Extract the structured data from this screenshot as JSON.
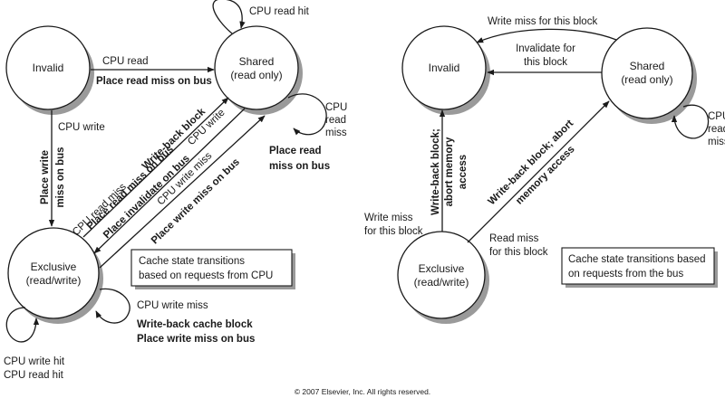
{
  "left": {
    "states": {
      "invalid": "Invalid",
      "shared": [
        "Shared",
        "(read only)"
      ],
      "exclusive": [
        "Exclusive",
        "(read/write)"
      ]
    },
    "self_loops": {
      "shared_top": "CPU read hit",
      "shared_right": [
        "CPU",
        "read",
        "miss"
      ],
      "shared_right_action": [
        "Place read",
        "miss on bus"
      ],
      "exclusive_bottom": [
        "CPU write hit",
        "CPU read hit"
      ],
      "exclusive_right": "CPU write miss",
      "exclusive_right_action": [
        "Write-back cache block",
        "Place write miss on bus"
      ]
    },
    "edges": {
      "invalid_to_shared_event": "CPU read",
      "invalid_to_shared_action": "Place read miss on bus",
      "invalid_to_exclusive_event": "CPU write",
      "invalid_to_exclusive_action": [
        "Place write",
        "miss on bus"
      ],
      "diag1_event": "CPU read miss",
      "diag1_action_a": "Write-back block",
      "diag1_action_b": "Place read miss on bus",
      "diag2_event": "CPU write",
      "diag2_action": "Place invalidate on bus",
      "diag3_event": "CPU write miss",
      "diag3_action": "Place write miss on bus"
    },
    "caption": [
      "Cache state transitions",
      "based on requests from CPU"
    ]
  },
  "right": {
    "states": {
      "invalid": "Invalid",
      "shared": [
        "Shared",
        "(read only)"
      ],
      "exclusive": [
        "Exclusive",
        "(read/write)"
      ]
    },
    "self_loops": {
      "shared_right": [
        "CPU",
        "read",
        "miss"
      ]
    },
    "edges": {
      "shared_to_invalid_outer": "Write miss for this block",
      "shared_to_invalid_inner": [
        "Invalidate for",
        "this block"
      ],
      "exclusive_to_invalid_event": [
        "Write miss",
        "for this block"
      ],
      "exclusive_to_invalid_action": [
        "Write-back block;",
        "abort memory",
        "access"
      ],
      "exclusive_to_shared_event": [
        "Read miss",
        "for this block"
      ],
      "exclusive_to_shared_action": [
        "Write-back block; abort",
        "memory access"
      ]
    },
    "caption": [
      "Cache state transitions based",
      "on requests from the bus"
    ]
  },
  "copyright": "© 2007 Elsevier, Inc. All rights reserved."
}
